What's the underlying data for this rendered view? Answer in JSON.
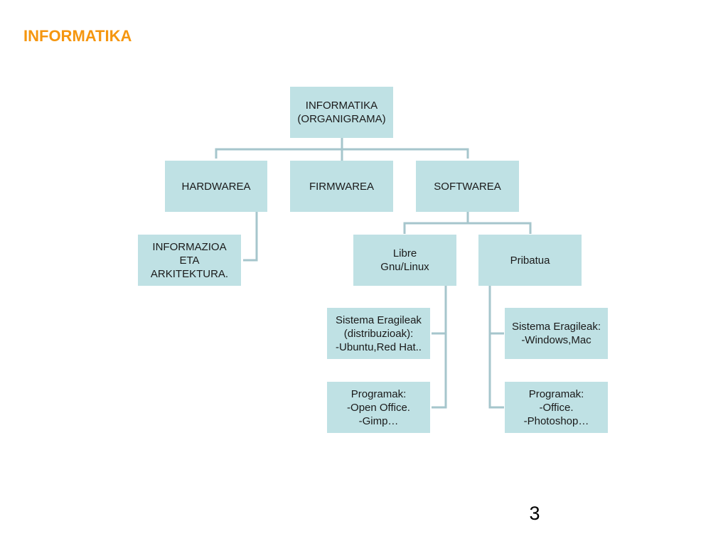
{
  "slide": {
    "title": "INFORMATIKA",
    "page_number": "3"
  },
  "colors": {
    "title": "#f5960f",
    "node_fill": "#bfe1e4",
    "connector": "#a6c6cc"
  },
  "org_chart": {
    "root": "INFORMATIKA\n(ORGANIGRAMA)",
    "hardwarea": "HARDWAREA",
    "firmwarea": "FIRMWAREA",
    "softwarea": "SOFTWAREA",
    "informazioa": "INFORMAZIOA\nETA\nARKITEKTURA.",
    "libre": "Libre\nGnu/Linux",
    "pribatua": "Pribatua",
    "libre_os": "Sistema Eragileak\n(distribuzioak):\n-Ubuntu,Red Hat..",
    "libre_programs": "Programak:\n-Open Office.\n-Gimp…",
    "pribatua_os": "Sistema Eragileak:\n-Windows,Mac",
    "pribatua_programs": "Programak:\n-Office.\n-Photoshop…"
  }
}
